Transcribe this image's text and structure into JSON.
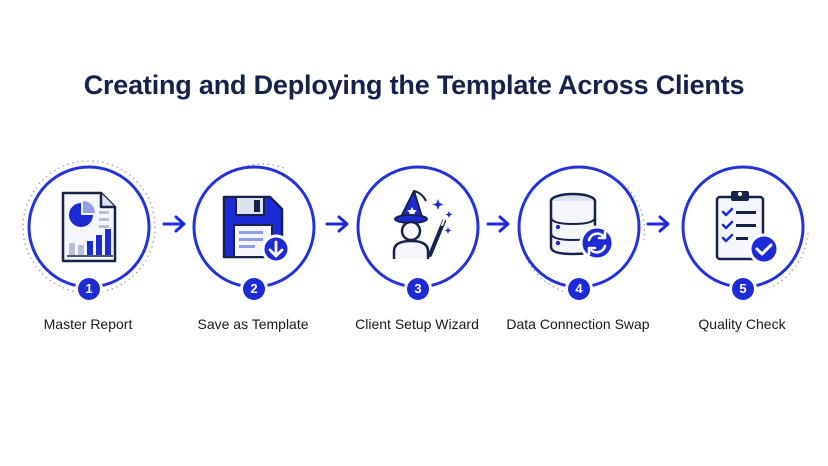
{
  "title": "Creating and Deploying the Template Across Clients",
  "colors": {
    "primary": "#1d2bd6",
    "ring": "#2433d9",
    "dark": "#17224a",
    "light_fill": "#e6ebfb"
  },
  "steps": [
    {
      "number": "1",
      "label": "Master Report",
      "icon": "report-document-icon"
    },
    {
      "number": "2",
      "label": "Save as Template",
      "icon": "floppy-save-download-icon"
    },
    {
      "number": "3",
      "label": "Client Setup Wizard",
      "icon": "wizard-person-icon"
    },
    {
      "number": "4",
      "label": "Data Connection Swap",
      "icon": "database-sync-icon"
    },
    {
      "number": "5",
      "label": "Quality Check",
      "icon": "clipboard-check-icon"
    }
  ]
}
